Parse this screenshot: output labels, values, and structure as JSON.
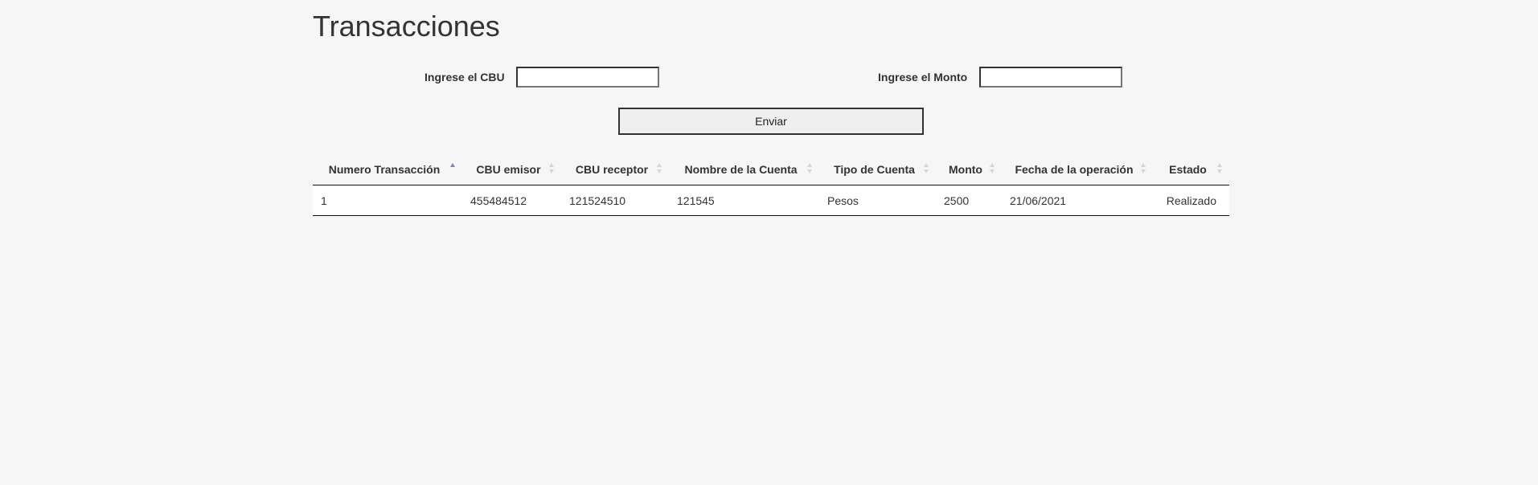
{
  "page": {
    "title": "Transacciones"
  },
  "form": {
    "cbu_label": "Ingrese el CBU",
    "cbu_value": "",
    "monto_label": "Ingrese el Monto",
    "monto_value": "",
    "submit_label": "Enviar"
  },
  "table": {
    "columns": [
      {
        "label": "Numero Transacción",
        "sort": "asc"
      },
      {
        "label": "CBU emisor",
        "sort": "none"
      },
      {
        "label": "CBU receptor",
        "sort": "none"
      },
      {
        "label": "Nombre de la Cuenta",
        "sort": "none"
      },
      {
        "label": "Tipo de Cuenta",
        "sort": "none"
      },
      {
        "label": "Monto",
        "sort": "none"
      },
      {
        "label": "Fecha de la operación",
        "sort": "none"
      },
      {
        "label": "Estado",
        "sort": "none"
      }
    ],
    "rows": [
      [
        "1",
        "455484512",
        "121524510",
        "121545",
        "Pesos",
        "2500",
        "21/06/2021",
        "Realizado"
      ]
    ]
  },
  "colors": {
    "background": "#f6f6f6",
    "sort_active": "#7a86c4",
    "sort_inactive": "#d6d6d6"
  }
}
